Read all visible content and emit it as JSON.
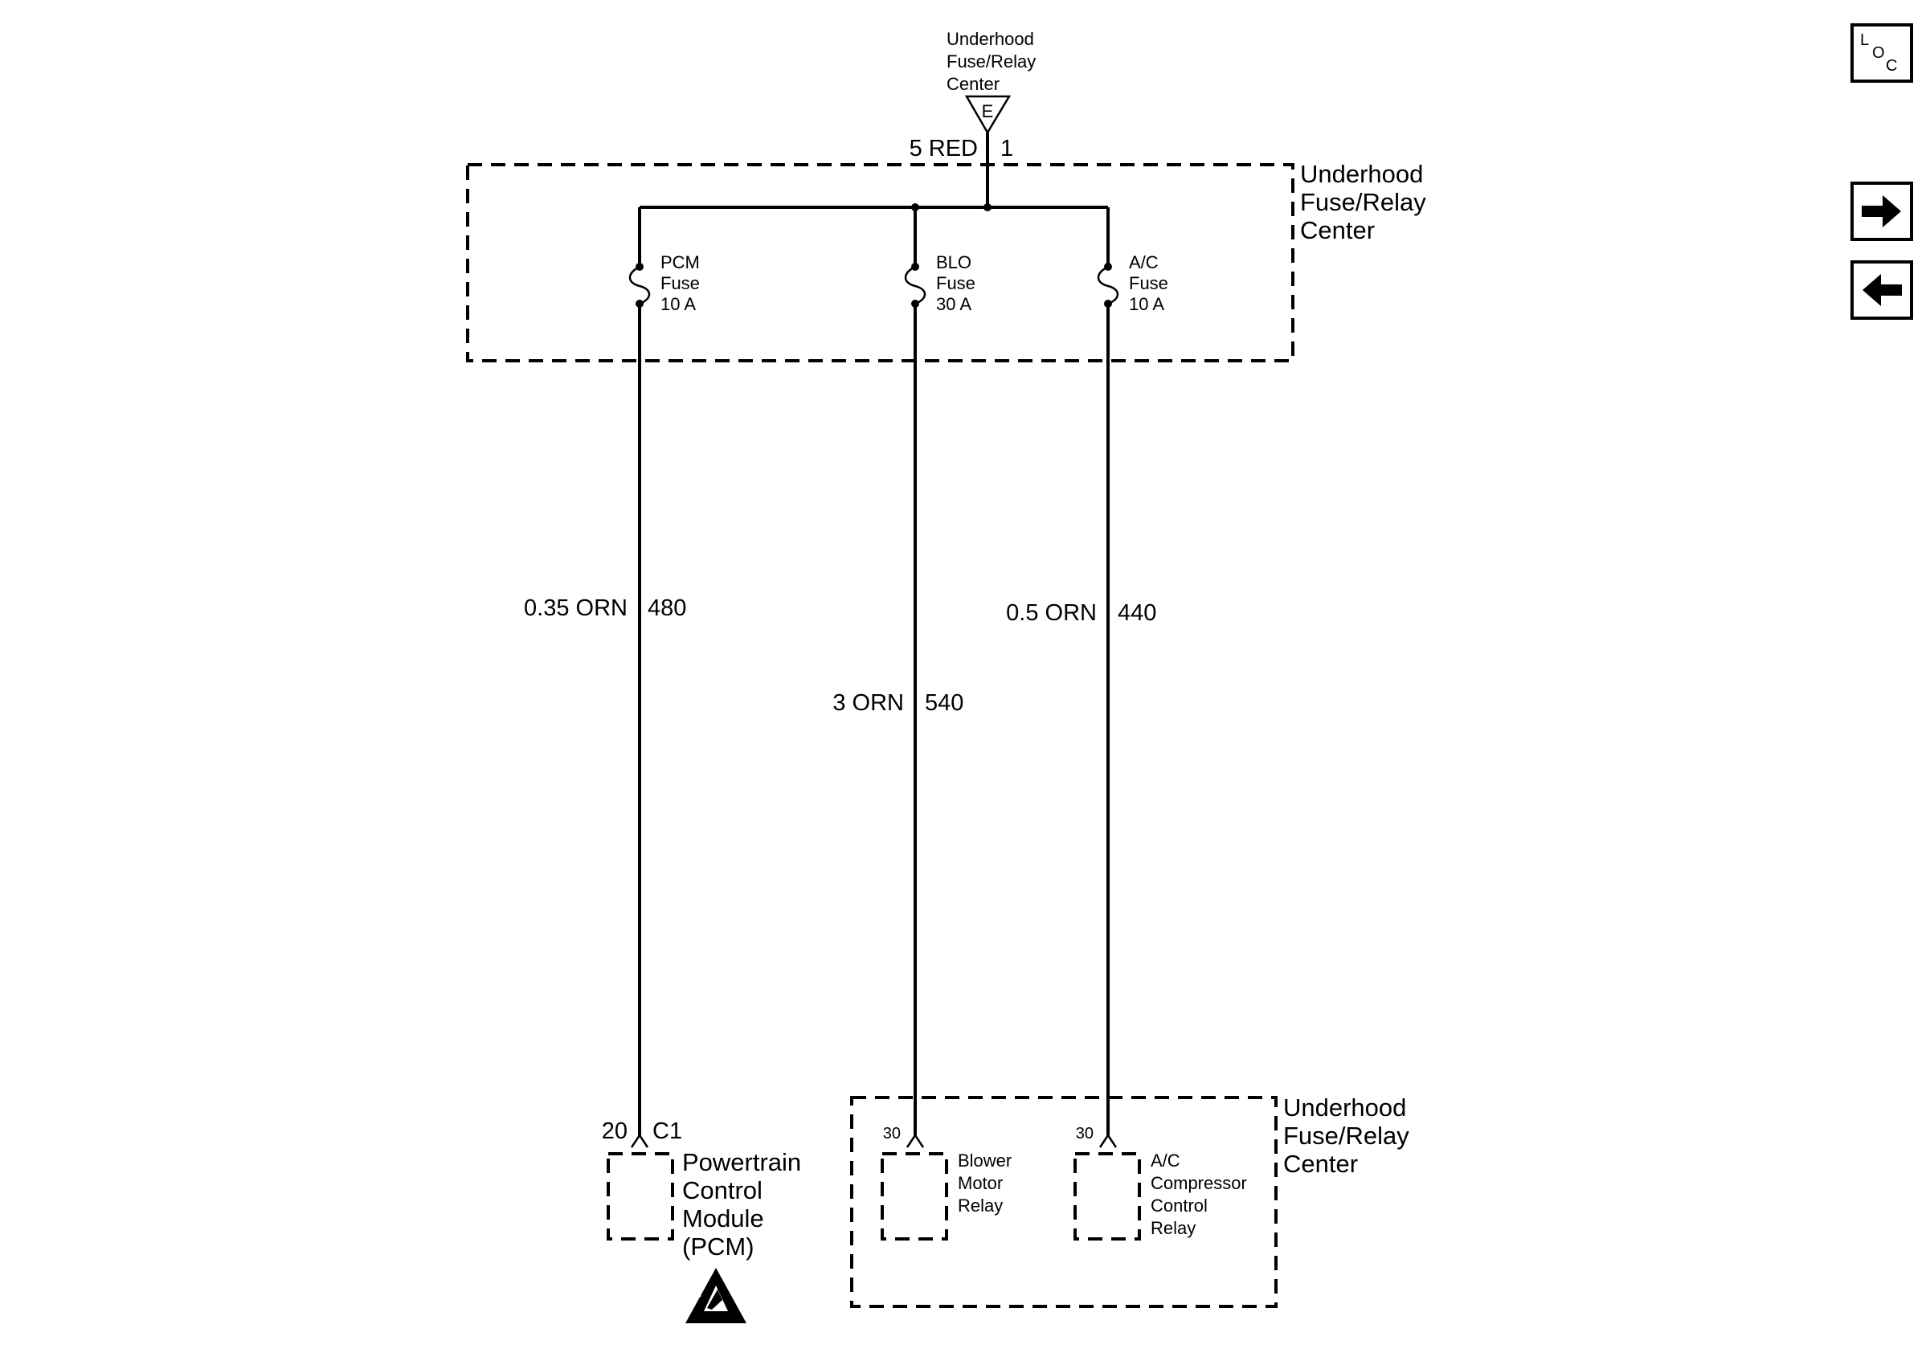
{
  "source": {
    "lines": [
      "Underhood",
      "Fuse/Relay",
      "Center"
    ],
    "connector_letter": "E",
    "wire_label": "5 RED",
    "pin": "1"
  },
  "fuse_block": {
    "lines": [
      "Underhood",
      "Fuse/Relay",
      "Center"
    ]
  },
  "fuses": [
    {
      "lines": [
        "PCM",
        "Fuse",
        "10 A"
      ]
    },
    {
      "lines": [
        "BLO",
        "Fuse",
        "30 A"
      ]
    },
    {
      "lines": [
        "A/C",
        "Fuse",
        "10 A"
      ]
    }
  ],
  "circuits": [
    {
      "wire": "0.35 ORN",
      "number": "480"
    },
    {
      "wire": "3 ORN",
      "number": "540"
    },
    {
      "wire": "0.5 ORN",
      "number": "440"
    }
  ],
  "pcm": {
    "pin": "20",
    "connector": "C1",
    "lines": [
      "Powertrain",
      "Control",
      "Module",
      "(PCM)"
    ]
  },
  "relay_block": {
    "lines": [
      "Underhood",
      "Fuse/Relay",
      "Center"
    ]
  },
  "relays": [
    {
      "pin": "30",
      "lines": [
        "Blower",
        "Motor",
        "Relay"
      ]
    },
    {
      "pin": "30",
      "lines": [
        "A/C",
        "Compressor",
        "Control",
        "Relay"
      ]
    }
  ],
  "nav": {
    "loc_icon": "loc-icon",
    "forward_icon": "arrow-right-icon",
    "back_icon": "arrow-left-icon"
  },
  "esd_icon": "esd-warning-icon"
}
